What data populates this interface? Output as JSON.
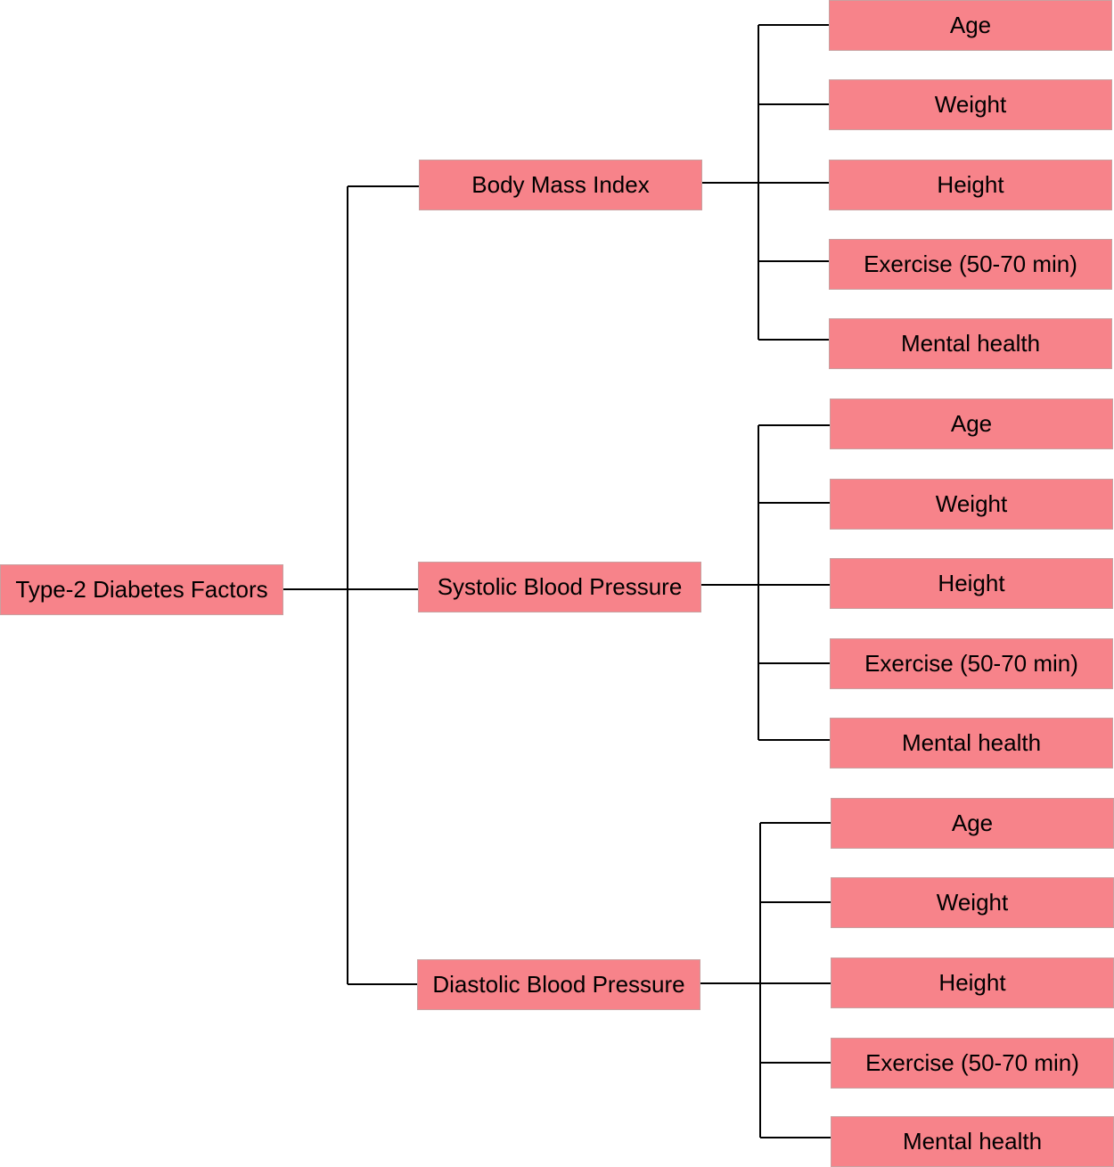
{
  "diagram": {
    "root": {
      "label": "Type-2 Diabetes Factors"
    },
    "categories": [
      {
        "label": "Body Mass Index",
        "children": [
          "Age",
          "Weight",
          "Height",
          "Exercise (50-70 min)",
          "Mental health"
        ]
      },
      {
        "label": "Systolic Blood Pressure",
        "children": [
          "Age",
          "Weight",
          "Height",
          "Exercise (50-70 min)",
          "Mental health"
        ]
      },
      {
        "label": "Diastolic Blood Pressure",
        "children": [
          "Age",
          "Weight",
          "Height",
          "Exercise (50-70 min)",
          "Mental health"
        ]
      }
    ],
    "colors": {
      "node_fill": "#f7838a",
      "line": "#000000",
      "background": "#ffffff"
    }
  }
}
